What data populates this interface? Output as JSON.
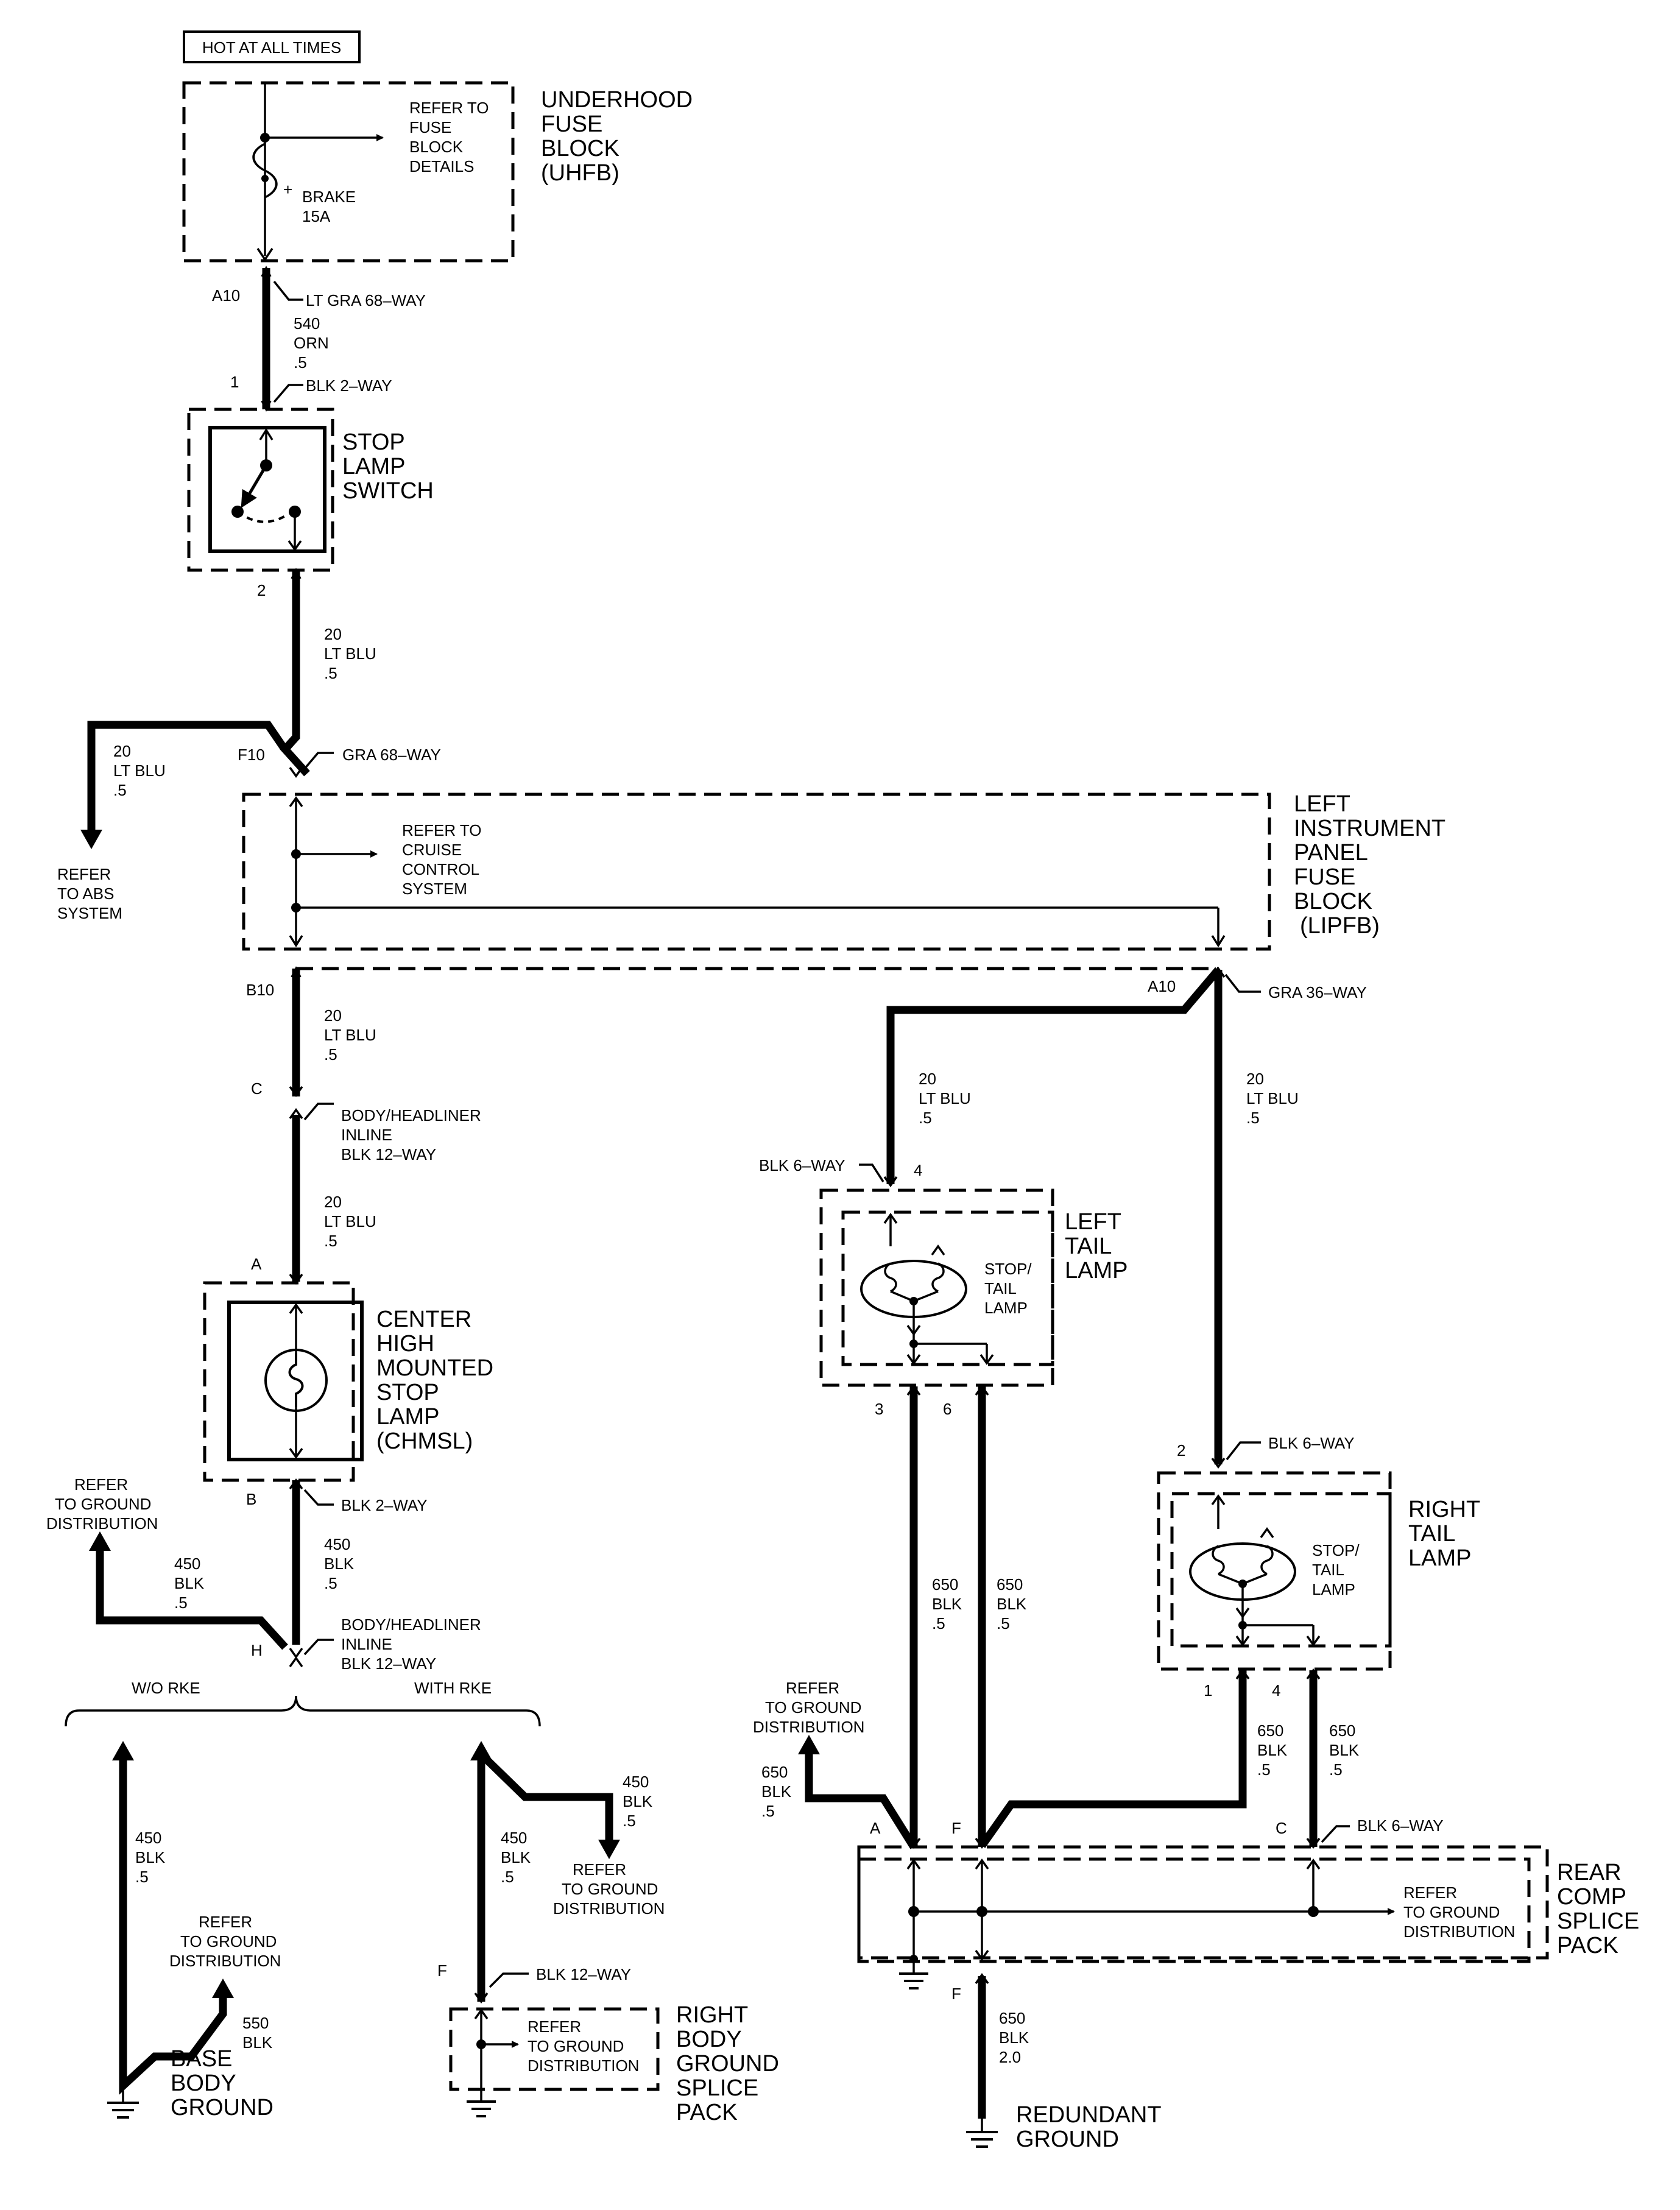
{
  "hot": "HOT AT ALL TIMES",
  "uhfb": {
    "l1": "UNDERHOOD",
    "l2": "FUSE",
    "l3": "BLOCK",
    "l4": "(UHFB)",
    "ref1": "REFER TO",
    "ref2": "FUSE",
    "ref3": "BLOCK",
    "ref4": "DETAILS",
    "fuse1": "BRAKE",
    "fuse2": "15A",
    "plus": "+"
  },
  "w540": {
    "pin": "A10",
    "conn": "LT GRA 68–WAY",
    "c": "540",
    "color": "ORN",
    "size": ".5"
  },
  "sls": {
    "pin1": "1",
    "conn": "BLK 2–WAY",
    "l1": "STOP",
    "l2": "LAMP",
    "l3": "SWITCH",
    "pin2": "2"
  },
  "w20a": {
    "c": "20",
    "color": "LT BLU",
    "size": ".5"
  },
  "abs": {
    "c": "20",
    "color": "LT BLU",
    "size": ".5",
    "r1": "REFER",
    "r2": "TO ABS",
    "r3": "SYSTEM"
  },
  "f10": {
    "pin": "F10",
    "conn": "GRA 68–WAY"
  },
  "lipfb": {
    "l1": "LEFT",
    "l2": "INSTRUMENT",
    "l3": "PANEL",
    "l4": "FUSE",
    "l5": "BLOCK",
    "l6": "(LIPFB)",
    "ref1": "REFER TO",
    "ref2": "CRUISE",
    "ref3": "CONTROL",
    "ref4": "SYSTEM"
  },
  "b10": {
    "pin": "B10",
    "c": "20",
    "color": "LT BLU",
    "size": ".5",
    "pinC": "C"
  },
  "inline1": {
    "l1": "BODY/HEADLINER",
    "l2": "INLINE",
    "l3": "BLK 12–WAY"
  },
  "w20c": {
    "c": "20",
    "color": "LT BLU",
    "size": ".5",
    "pinA": "A"
  },
  "chmsl": {
    "l1": "CENTER",
    "l2": "HIGH",
    "l3": "MOUNTED",
    "l4": "STOP",
    "l5": "LAMP",
    "l6": "(CHMSL)",
    "pinB": "B",
    "conn": "BLK 2–WAY"
  },
  "gd_left": {
    "r1": "REFER",
    "r2": "TO GROUND",
    "r3": "DISTRIBUTION",
    "c": "450",
    "color": "BLK",
    "size": ".5"
  },
  "w450": {
    "c": "450",
    "color": "BLK",
    "size": ".5"
  },
  "inline2": {
    "pin": "H",
    "l1": "BODY/HEADLINER",
    "l2": "INLINE",
    "l3": "BLK 12–WAY"
  },
  "rke": {
    "without": "W/O RKE",
    "with": "WITH RKE"
  },
  "base": {
    "c": "450",
    "color": "BLK",
    "size": ".5",
    "r1": "REFER",
    "r2": "TO GROUND",
    "r3": "DISTRIBUTION",
    "c2": "550",
    "color2": "BLK",
    "g1": "BASE",
    "g2": "BODY",
    "g3": "GROUND"
  },
  "rb": {
    "c": "450",
    "color": "BLK",
    "size": ".5",
    "c2": "450",
    "color2": "BLK",
    "size2": ".5",
    "r1": "REFER",
    "r2": "TO GROUND",
    "r3": "DISTRIBUTION",
    "pin": "F",
    "conn": "BLK 12–WAY",
    "s1": "REFER",
    "s2": "TO GROUND",
    "s3": "DISTRIBUTION",
    "n1": "RIGHT",
    "n2": "BODY",
    "n3": "GROUND",
    "n4": "SPLICE",
    "n5": "PACK"
  },
  "a10b": {
    "pin": "A10",
    "conn": "GRA 36–WAY",
    "c": "20",
    "color": "LT BLU",
    "size": ".5",
    "c2": "20",
    "color2": "LT BLU",
    "size2": ".5"
  },
  "ltl": {
    "conn": "BLK 6–WAY",
    "pin": "4",
    "l1": "LEFT",
    "l2": "TAIL",
    "l3": "LAMP",
    "b1": "STOP/",
    "b2": "TAIL",
    "b3": "LAMP",
    "pin3": "3",
    "pin6": "6"
  },
  "rtl": {
    "pin": "2",
    "conn": "BLK 6–WAY",
    "l1": "RIGHT",
    "l2": "TAIL",
    "l3": "LAMP",
    "b1": "STOP/",
    "b2": "TAIL",
    "b3": "LAMP",
    "pin1": "1",
    "pin4": "4"
  },
  "w650": {
    "c": "650",
    "color": "BLK",
    "size": ".5"
  },
  "rcsp": {
    "r1": "REFER",
    "r2": "TO GROUND",
    "r3": "DISTRIBUTION",
    "c": "650",
    "color": "BLK",
    "size": ".5",
    "pinA": "A",
    "pinF": "F",
    "pinC": "C",
    "conn": "BLK 6–WAY",
    "d1": "REFER",
    "d2": "TO GROUND",
    "d3": "DISTRIBUTION",
    "n1": "REAR",
    "n2": "COMP",
    "n3": "SPLICE",
    "n4": "PACK",
    "pinF2": "F",
    "c2": "650",
    "color2": "BLK",
    "size2": "2.0",
    "g1": "REDUNDANT",
    "g2": "GROUND"
  }
}
